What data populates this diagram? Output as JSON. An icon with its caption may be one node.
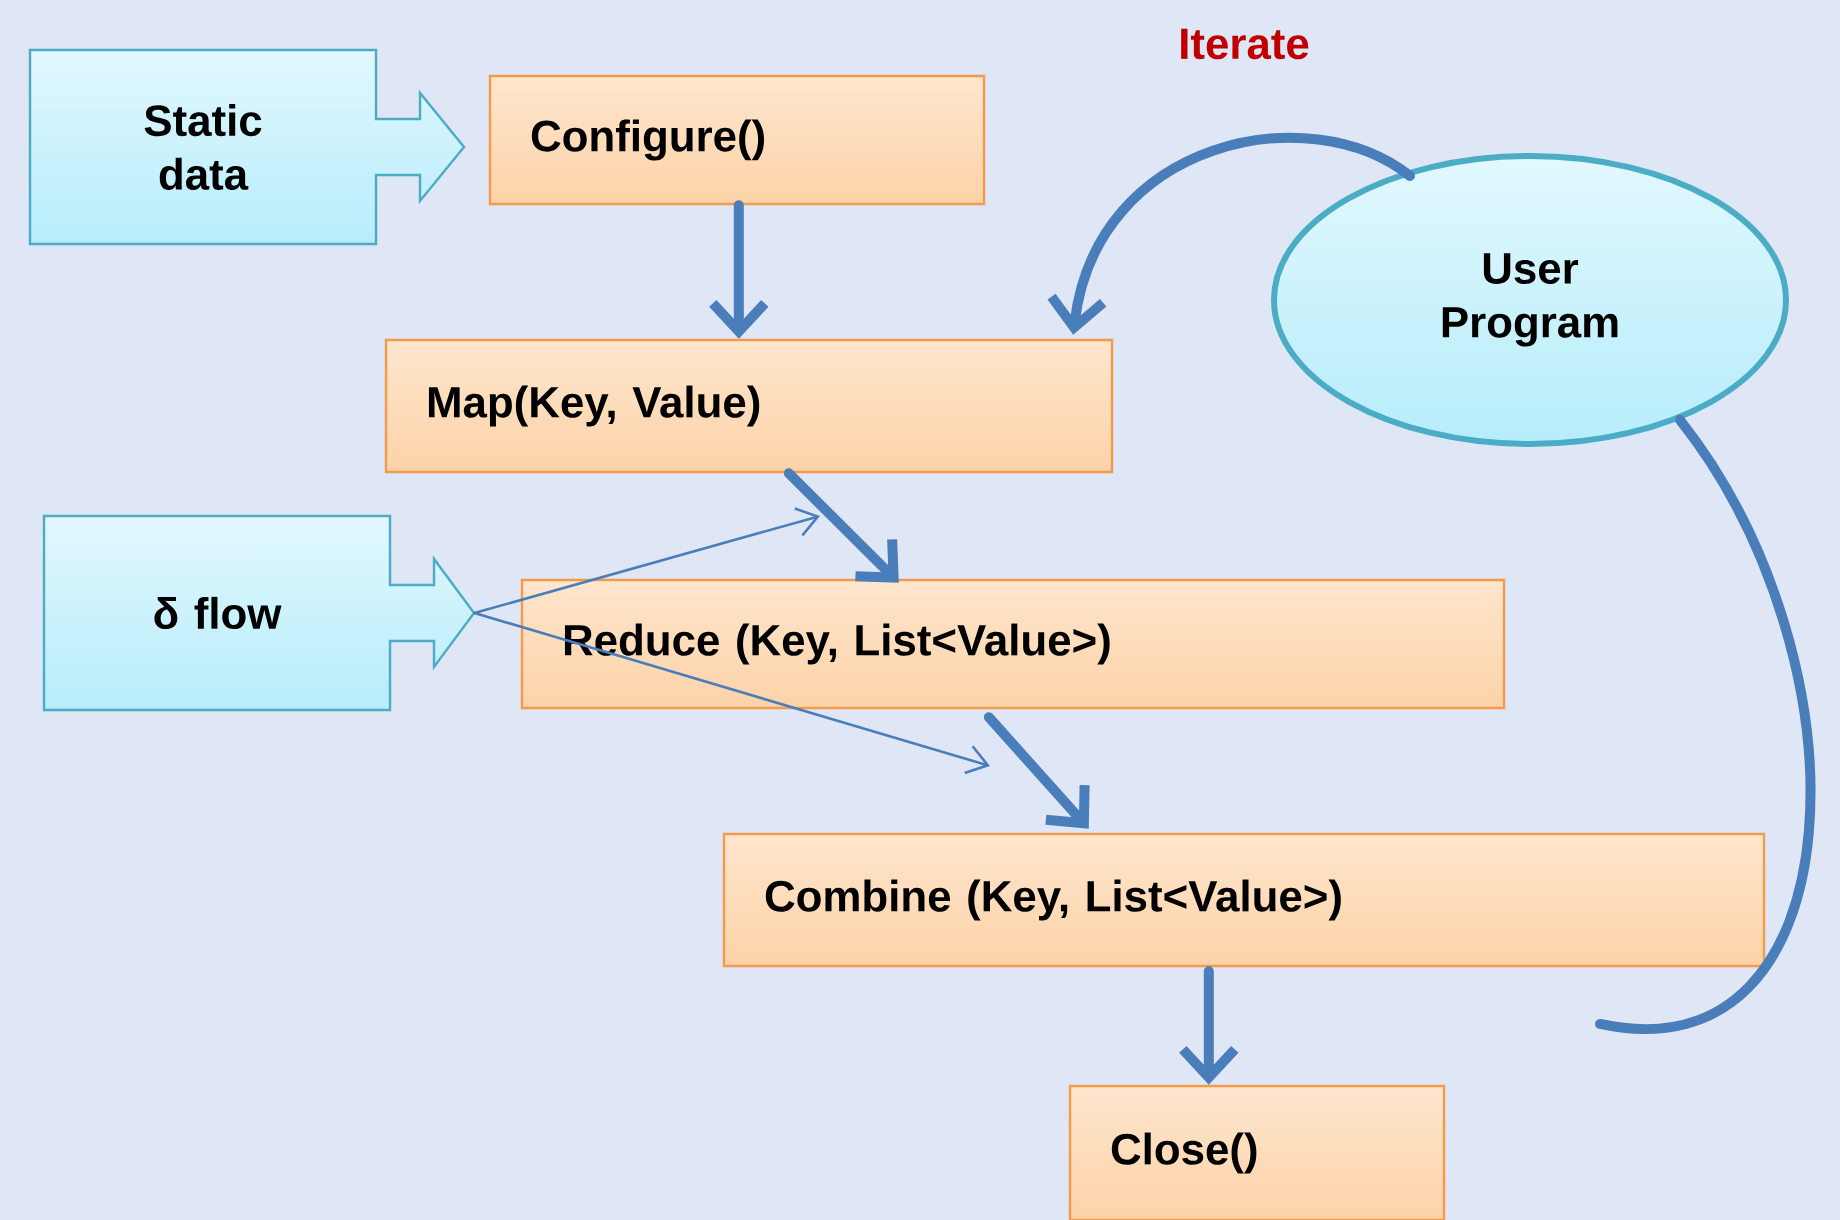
{
  "diagram": {
    "nodes": [
      {
        "text": [
          "Static data"
        ]
      },
      {
        "text": [
          "Configure()"
        ]
      },
      {
        "text": [
          "Map(Key, Value)"
        ]
      },
      {
        "text": [
          "δ flow"
        ]
      },
      {
        "text": [
          "Reduce (Key, List<Value>)"
        ]
      },
      {
        "text": [
          "Combine (Key, List<Value>)"
        ]
      },
      {
        "text": [
          "Close()"
        ]
      },
      {
        "text": [
          "User Program"
        ]
      }
    ],
    "edges": [
      {
        "from": 1,
        "to": 2,
        "arrow": "to"
      },
      {
        "from": 2,
        "to": 4,
        "arrow": "to"
      },
      {
        "from": 4,
        "to": 5,
        "arrow": "to"
      },
      {
        "from": 5,
        "to": 6,
        "arrow": "to"
      },
      {
        "from": 3,
        "to": null,
        "arrow": "to"
      },
      {
        "from": 3,
        "to": null,
        "arrow": "to"
      },
      {
        "from": 7,
        "to": 2,
        "arrow": "to",
        "label": "Iterate"
      },
      {
        "from": 7,
        "to": null,
        "arrow": "none"
      }
    ]
  }
}
